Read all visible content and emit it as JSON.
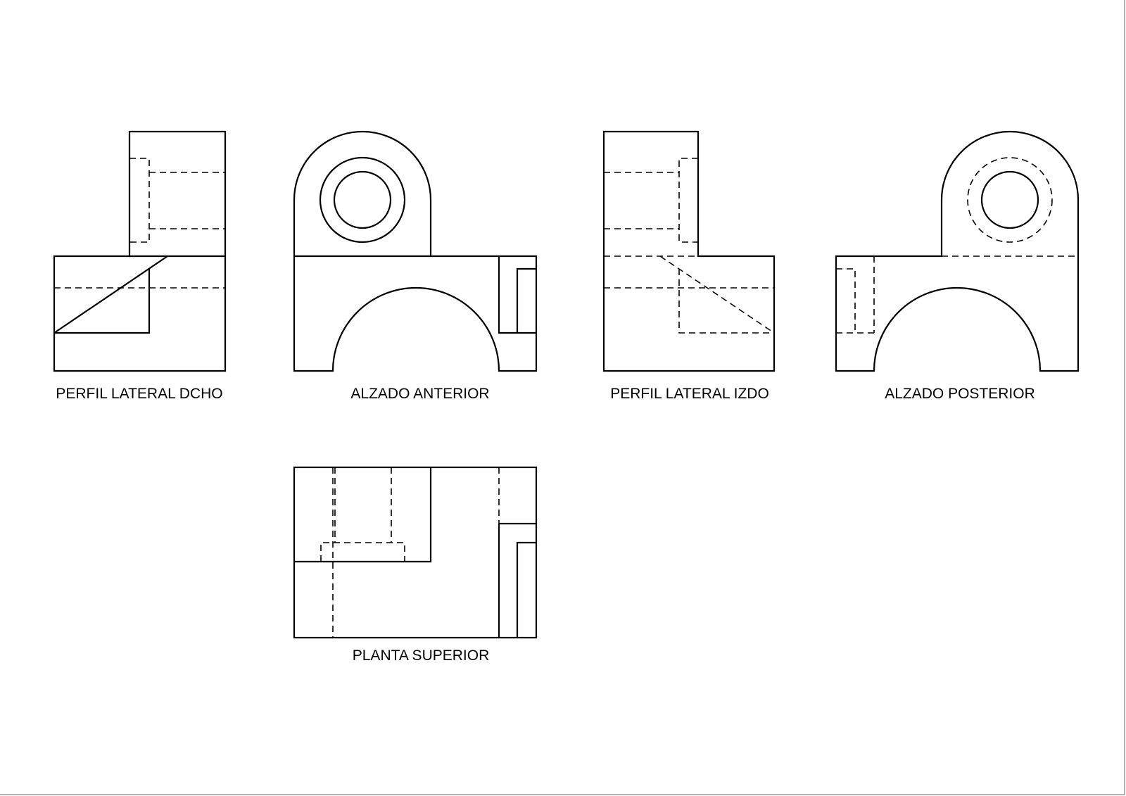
{
  "views": {
    "right_side": {
      "label": "PERFIL LATERAL DCHO"
    },
    "front": {
      "label": "ALZADO ANTERIOR"
    },
    "left_side": {
      "label": "PERFIL LATERAL IZDO"
    },
    "rear": {
      "label": "ALZADO POSTERIOR"
    },
    "top": {
      "label": "PLANTA SUPERIOR"
    }
  },
  "colors": {
    "line": "#000000",
    "background": "#ffffff"
  }
}
